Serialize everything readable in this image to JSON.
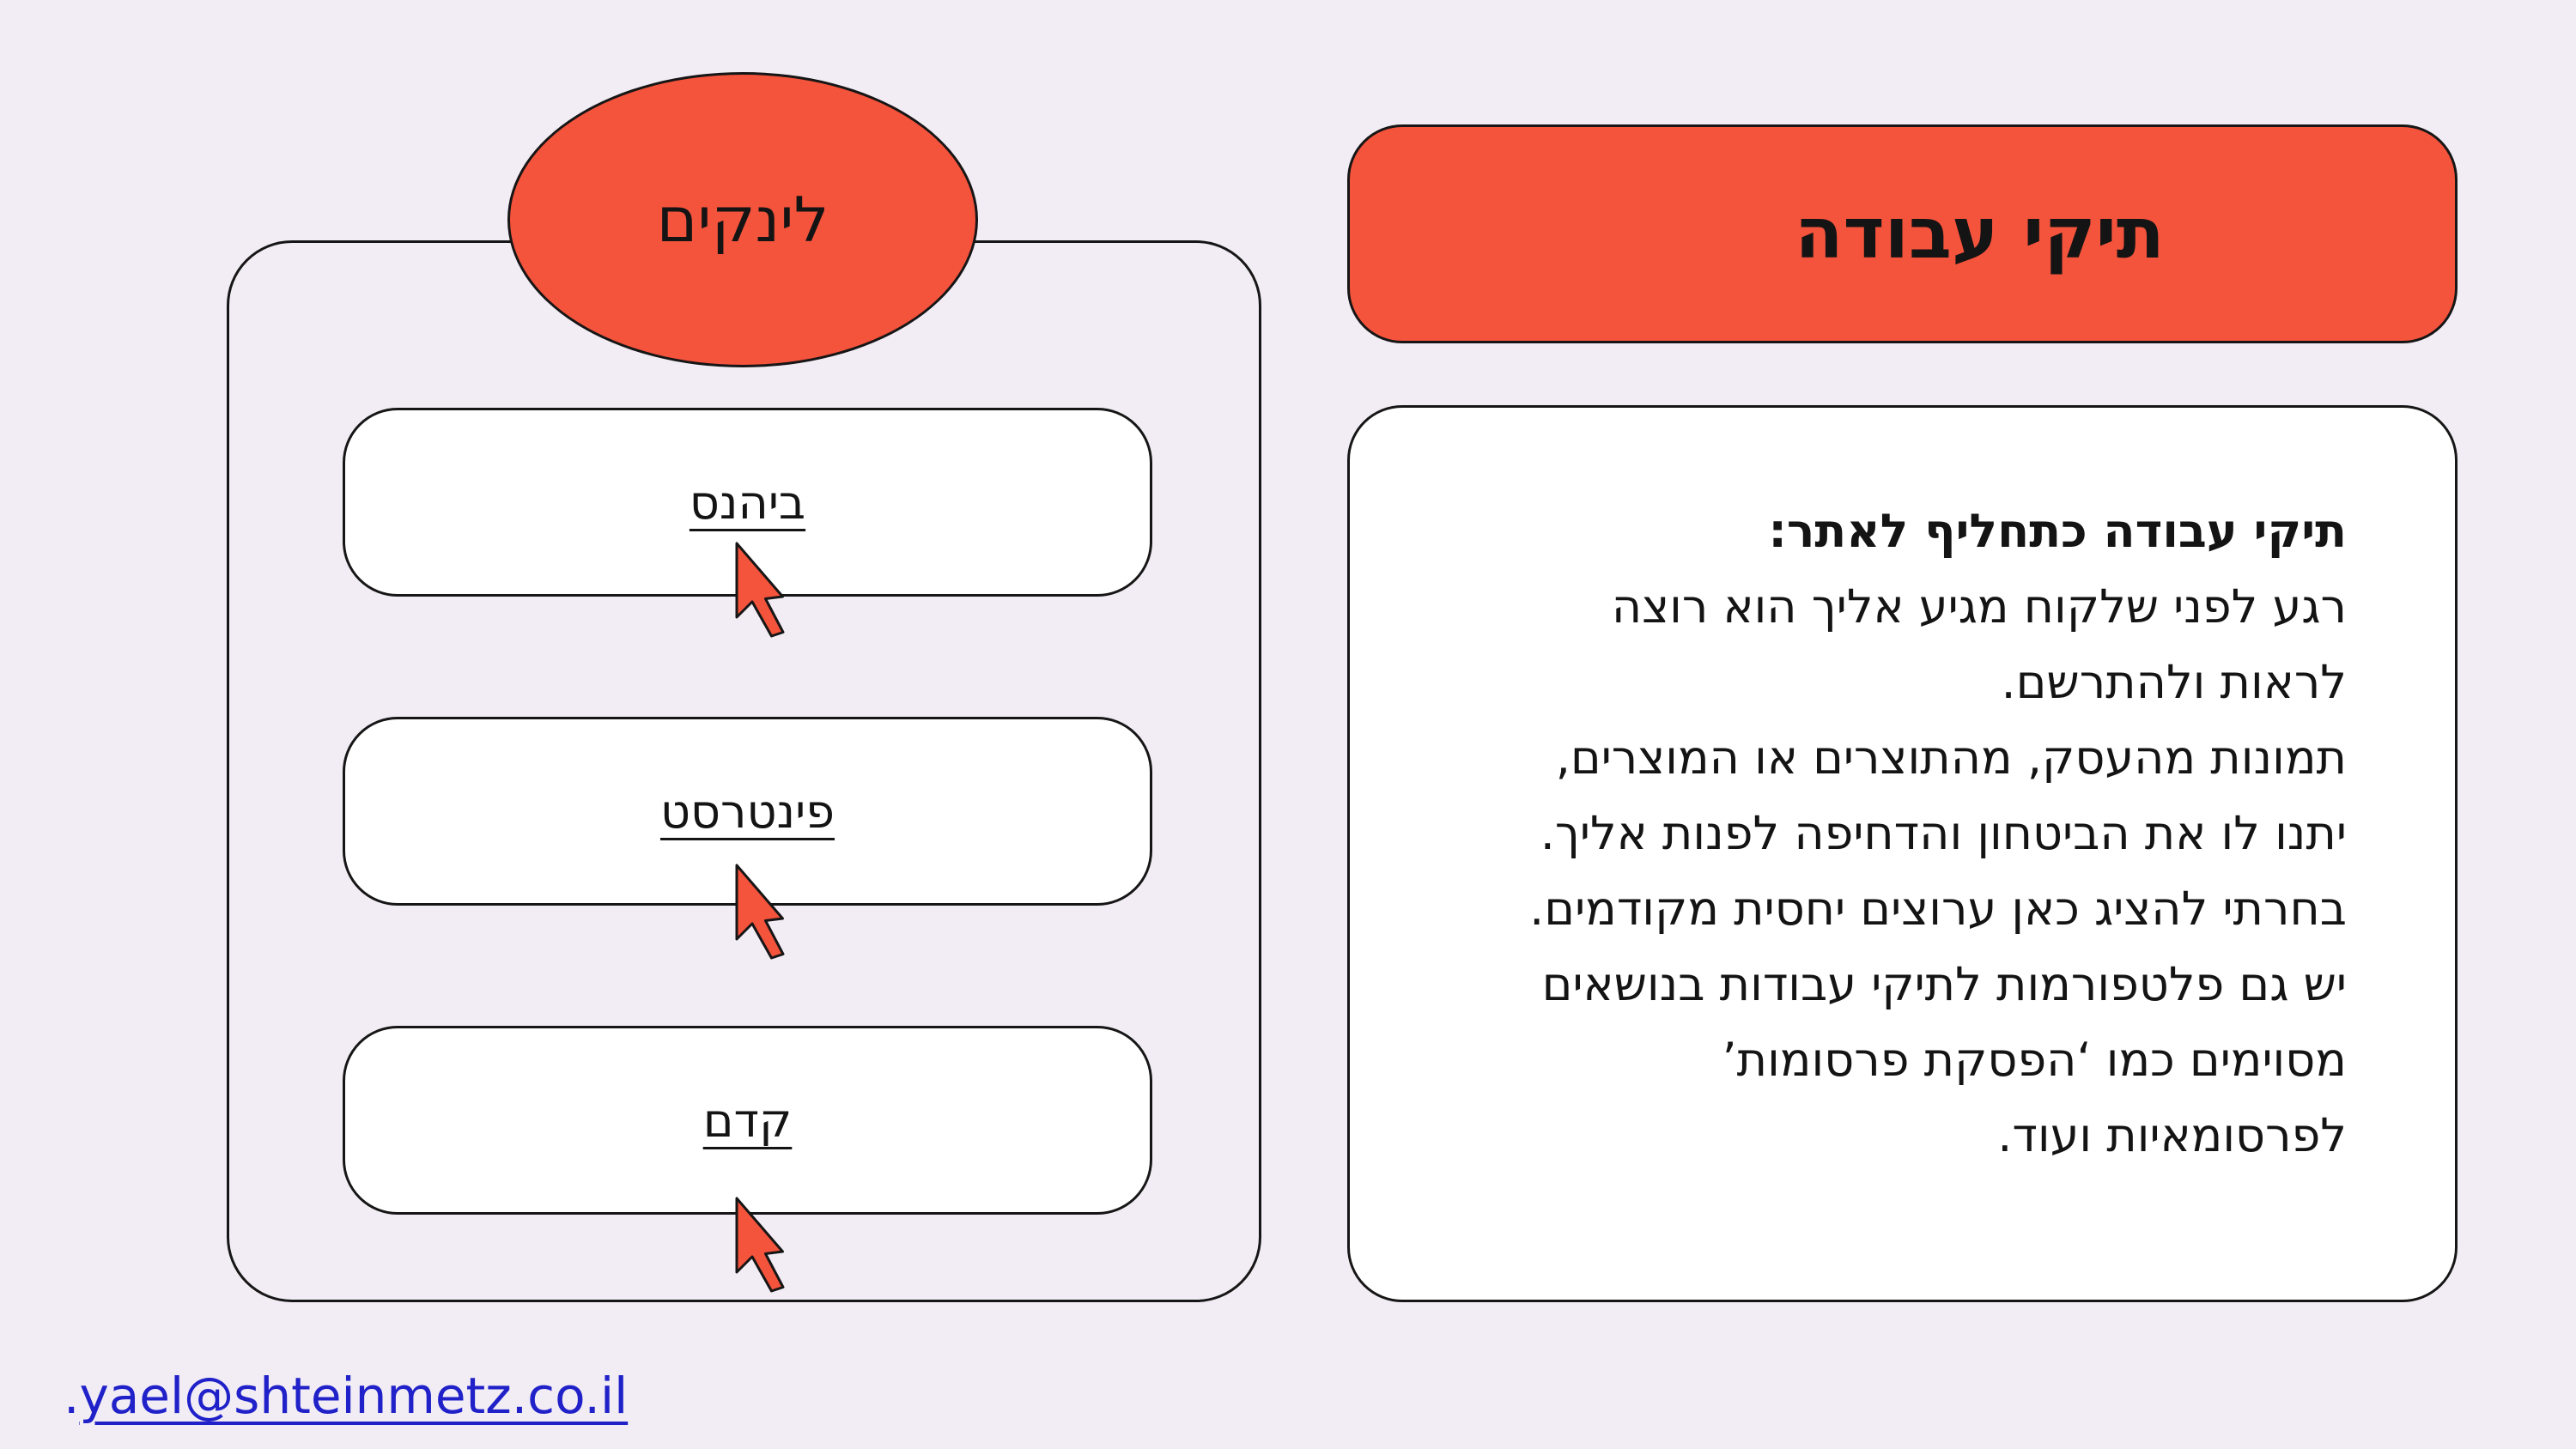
{
  "links": {
    "title": "לינקים",
    "items": [
      {
        "label": "ביהנס"
      },
      {
        "label": "פינטרסט"
      },
      {
        "label": "קדם"
      }
    ]
  },
  "portfolio": {
    "title": "תיקי עבודה",
    "heading": "תיקי עבודה כתחליף לאתר:",
    "body": "רגע לפני שלקוח מגיע אליך הוא רוצה\nלראות ולהתרשם.\nתמונות מהעסק, מהתוצרים או המוצרים,\nיתנו לו את הביטחון והדחיפה לפנות אליך.\nבחרתי להציג כאן ערוצים יחסית מקודמים.\nיש גם פלטפורמות לתיקי עבודות בנושאים\nמסוימים כמו ‘הפסקת פרסומות’\nלפרסומאיות ועוד."
  },
  "footer": {
    "period": ".",
    "email": "yael@shteinmetz.co.il"
  },
  "icons": {
    "cursor": "cursor-arrow-icon"
  },
  "colors": {
    "background": "#F2EDF4",
    "accent_orange": "#F4533C",
    "outline_black": "#161616",
    "link_blue": "#2021C8",
    "panel_white": "#FFFFFF"
  }
}
